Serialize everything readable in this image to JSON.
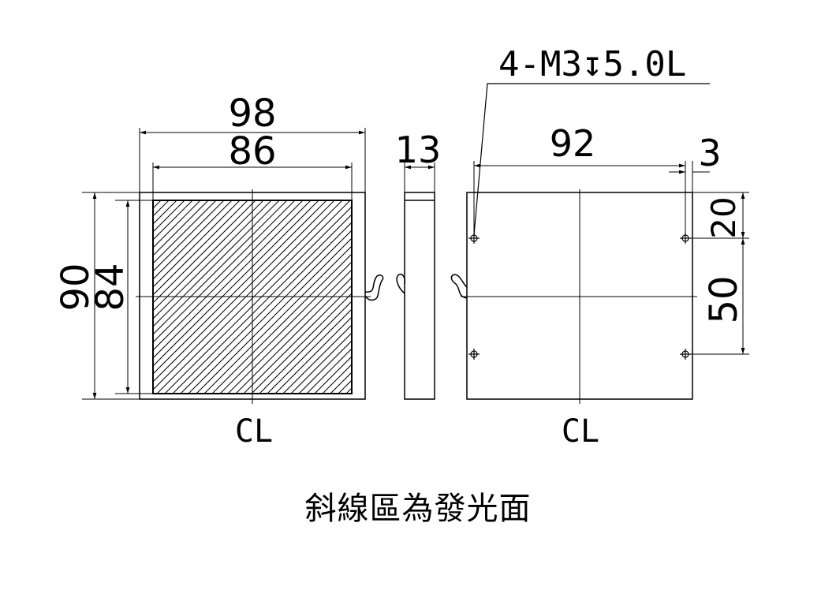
{
  "front_view": {
    "dim_outer_width": "98",
    "dim_inner_width": "86",
    "dim_outer_height": "90",
    "dim_inner_height": "84",
    "centerline_label": "CL"
  },
  "side_view": {
    "dim_thickness": "13"
  },
  "back_view": {
    "hole_callout": "4-M3↧5.0L",
    "dim_hole_spacing_x": "92",
    "dim_edge_offset_x": "3",
    "dim_edge_offset_y": "20",
    "dim_hole_spacing_y": "50",
    "centerline_label": "CL"
  },
  "note": "斜線區為發光面"
}
